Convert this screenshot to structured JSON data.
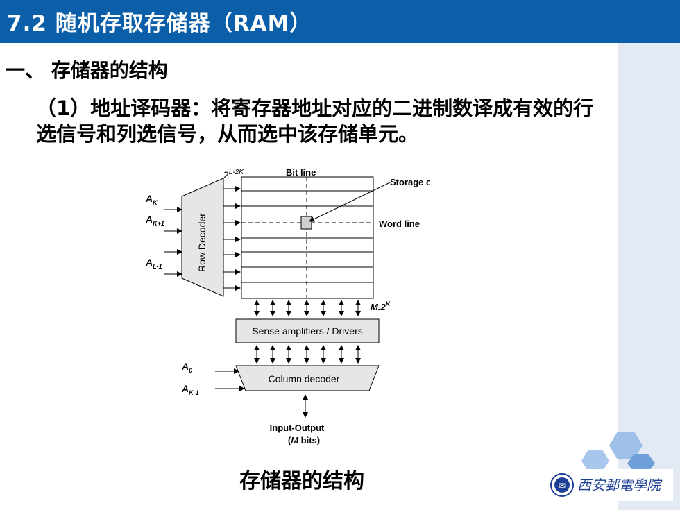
{
  "header": {
    "title": "7.2  随机存取存储器（RAM）"
  },
  "section_heading": "一、 存储器的结构",
  "paragraph": "（1）地址译码器：将寄存器地址对应的二进制数译成有效的行选信号和列选信号，从而选中该存储单元。",
  "diagram": {
    "top_label": "2^{L-2K}",
    "top_label_base": "2",
    "top_label_exp": "L-2K",
    "bit_line_label": "Bit line",
    "storage_cell_label": "Storage cell",
    "word_line_label": "Word line",
    "row_decoder_label": "Row Decoder",
    "addr_ak": "A",
    "addr_ak_sub": "K",
    "addr_ak1": "A",
    "addr_ak1_sub": "K+1",
    "addr_al1": "A",
    "addr_al1_sub": "L-1",
    "m2k_label": "M.2",
    "m2k_exp": "K",
    "sense_label": "Sense amplifiers / Drivers",
    "addr_a0": "A",
    "addr_a0_sub": "0",
    "addr_ak_1": "A",
    "addr_ak_1_sub": "K-1",
    "column_decoder_label": "Column decoder",
    "io_label": "Input-Output",
    "io_bits_open": "(",
    "io_bits_m": "M",
    "io_bits_rest": " bits)"
  },
  "caption": "存储器的结构",
  "logo": {
    "text": "西安郵電學院"
  },
  "colors": {
    "header_bg": "#0b5ea8",
    "side_band": "#e4eaf4",
    "hex_blue": "#6f9fd8",
    "hex_light": "#a9c6ec"
  }
}
